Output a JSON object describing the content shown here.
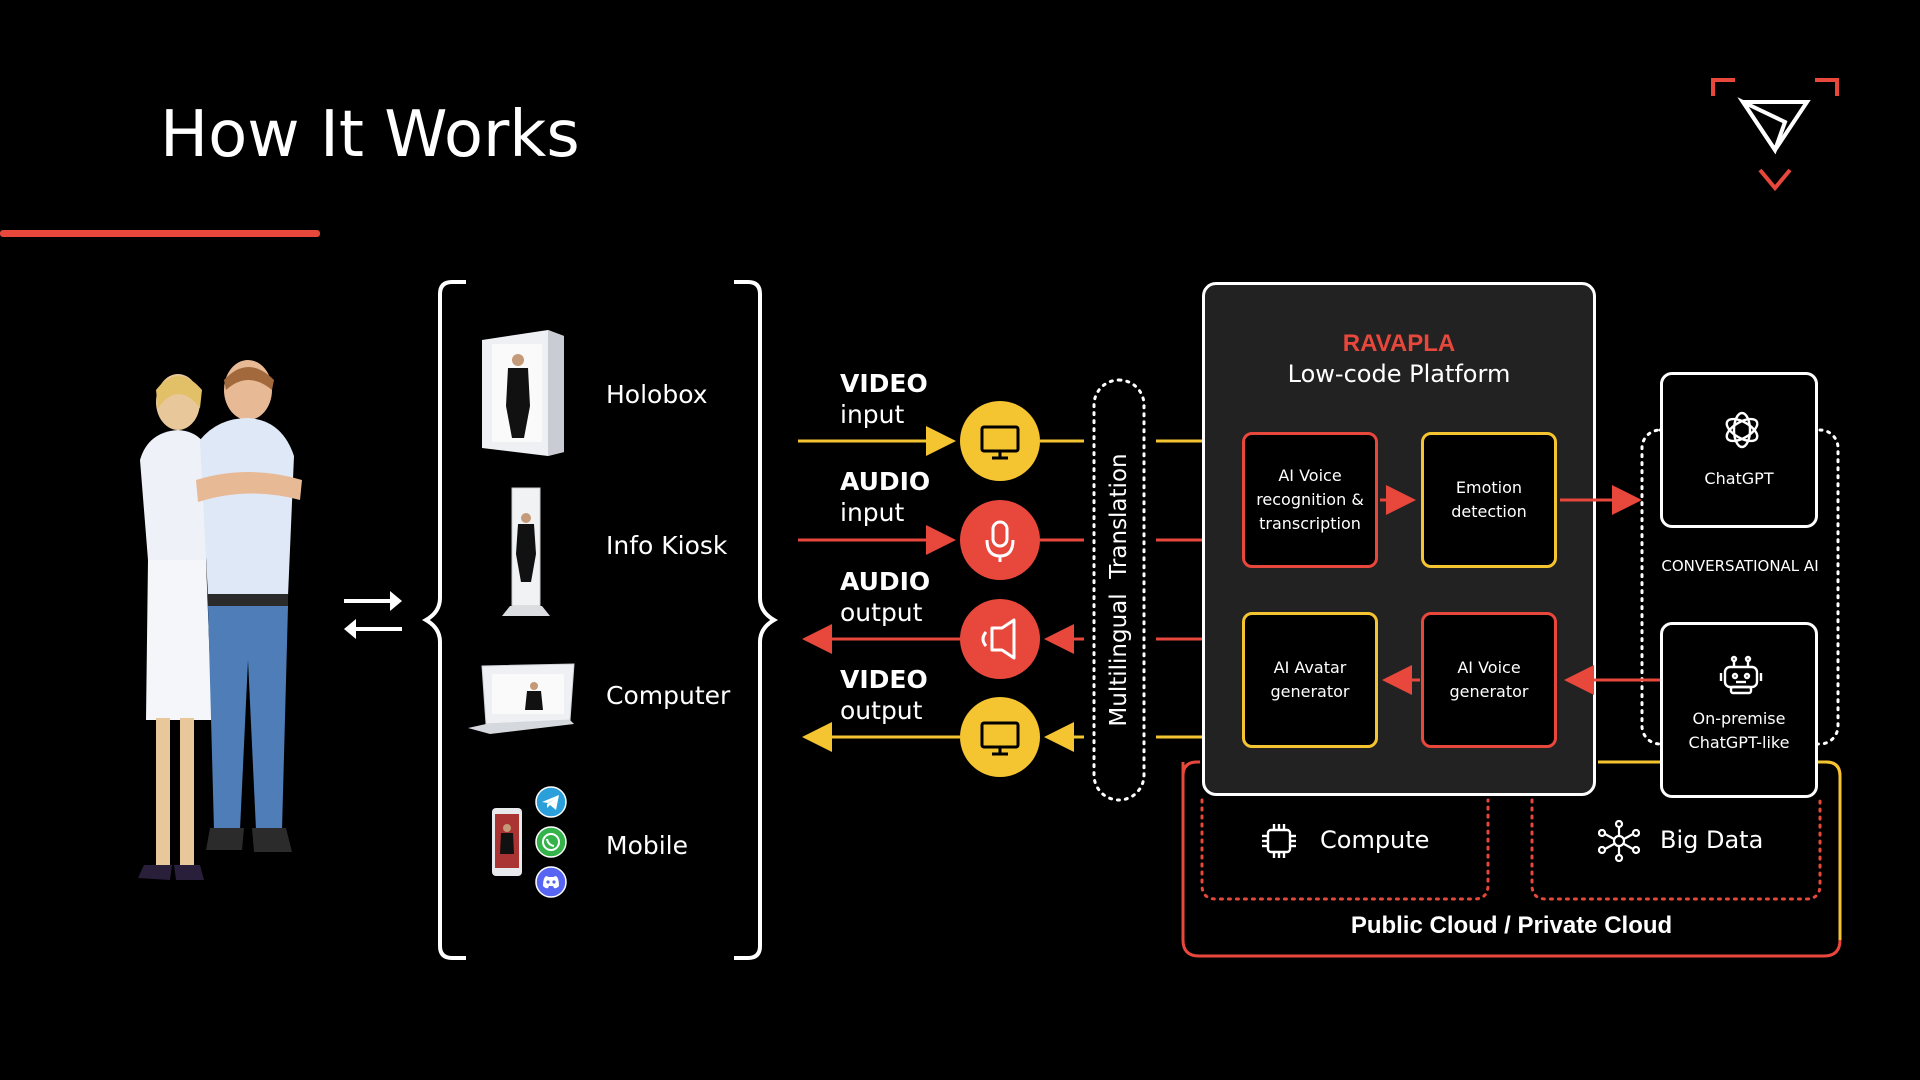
{
  "title": "How It Works",
  "devices": [
    {
      "label": "Holobox"
    },
    {
      "label": "Info Kiosk"
    },
    {
      "label": "Computer"
    },
    {
      "label": "Mobile"
    }
  ],
  "io": [
    {
      "kind": "VIDEO",
      "dir": "input"
    },
    {
      "kind": "AUDIO",
      "dir": "input"
    },
    {
      "kind": "AUDIO",
      "dir": "output"
    },
    {
      "kind": "VIDEO",
      "dir": "output"
    }
  ],
  "translation_label": "Multilingual  Translation",
  "platform": {
    "brand": "RAVAPLA",
    "subtitle": "Low-code Platform",
    "modules": {
      "voice_recognition": "AI Voice recognition & transcription",
      "emotion_detection": "Emotion detection",
      "avatar_generator": "AI Avatar generator",
      "voice_generator": "AI Voice generator"
    }
  },
  "conversational_ai": {
    "label": "CONVERSATIONAL AI",
    "chatgpt": "ChatGPT",
    "onpremise": "On-premise ChatGPT-like"
  },
  "cloud": {
    "label": "Public Cloud / Private Cloud",
    "compute": "Compute",
    "big_data": "Big Data"
  },
  "colors": {
    "accent_red": "#e8473c",
    "accent_yellow": "#f5c431",
    "platform_bg": "#222222",
    "background": "#000000"
  },
  "icons": {
    "logo": "triangle-logo-icon",
    "video": "monitor-icon",
    "audio_in": "microphone-icon",
    "audio_out": "speaker-icon",
    "chatgpt": "openai-icon",
    "onpremise": "robot-icon",
    "compute": "chip-icon",
    "big_data": "network-icon",
    "mobile_apps": [
      "telegram-icon",
      "whatsapp-icon",
      "discord-icon"
    ]
  }
}
